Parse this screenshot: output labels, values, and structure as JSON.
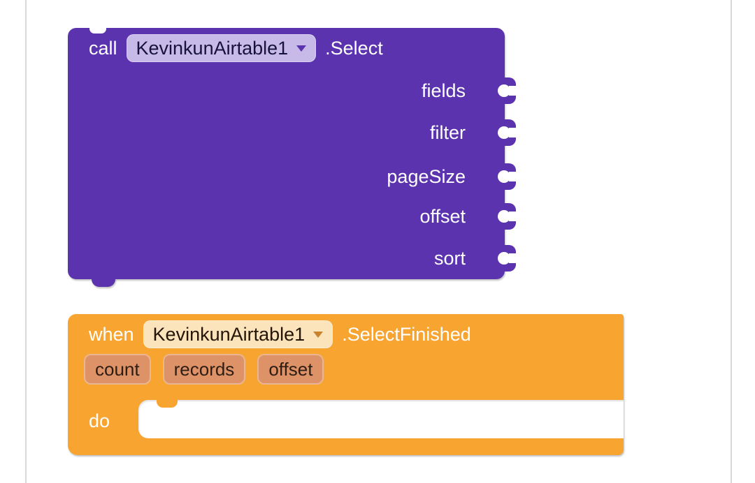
{
  "page": {
    "background_color": "#ffffff",
    "edge_line_color": "#d8d8d8"
  },
  "call_block": {
    "type_label": "call",
    "component": "KevinkunAirtable1",
    "method": ".Select",
    "params": [
      "fields",
      "filter",
      "pageSize",
      "offset",
      "sort"
    ],
    "colors": {
      "body": "#5B33AE",
      "dropdown_bg": "#C7BAE8",
      "dropdown_text": "#17123B",
      "dropdown_arrow": "#5B33AE",
      "label_text": "#FFFFFF"
    }
  },
  "event_block": {
    "type_label": "when",
    "component": "KevinkunAirtable1",
    "event": ".SelectFinished",
    "params": [
      "count",
      "records",
      "offset"
    ],
    "do_label": "do",
    "colors": {
      "body": "#F8A430",
      "dropdown_bg": "#FBE3BC",
      "dropdown_text": "#241507",
      "dropdown_arrow": "#C8832F",
      "chip_bg": "#DE9268",
      "chip_border": "#EAB691",
      "chip_text": "#2E1D12",
      "label_text": "#FFFFFF"
    }
  }
}
